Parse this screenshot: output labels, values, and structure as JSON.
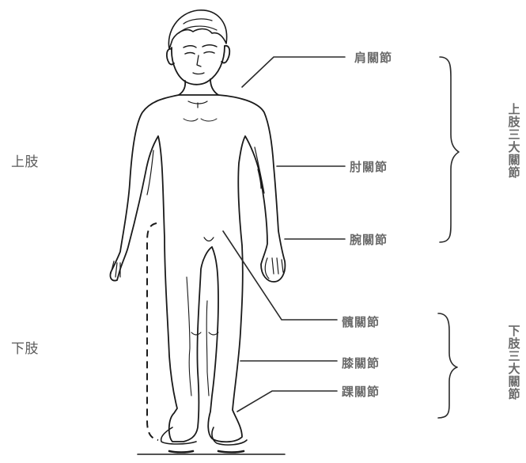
{
  "limb_labels": {
    "upper": "上肢",
    "lower": "下肢"
  },
  "joints": {
    "shoulder": "肩關節",
    "elbow": "肘關節",
    "wrist": "腕關節",
    "hip": "髖關節",
    "knee": "膝關節",
    "ankle": "踝關節"
  },
  "groups": {
    "upper": "上肢三大關節",
    "lower": "下肢三大關節"
  },
  "colors": {
    "line": "#1a1a1a",
    "text": "#5a5a5a"
  }
}
